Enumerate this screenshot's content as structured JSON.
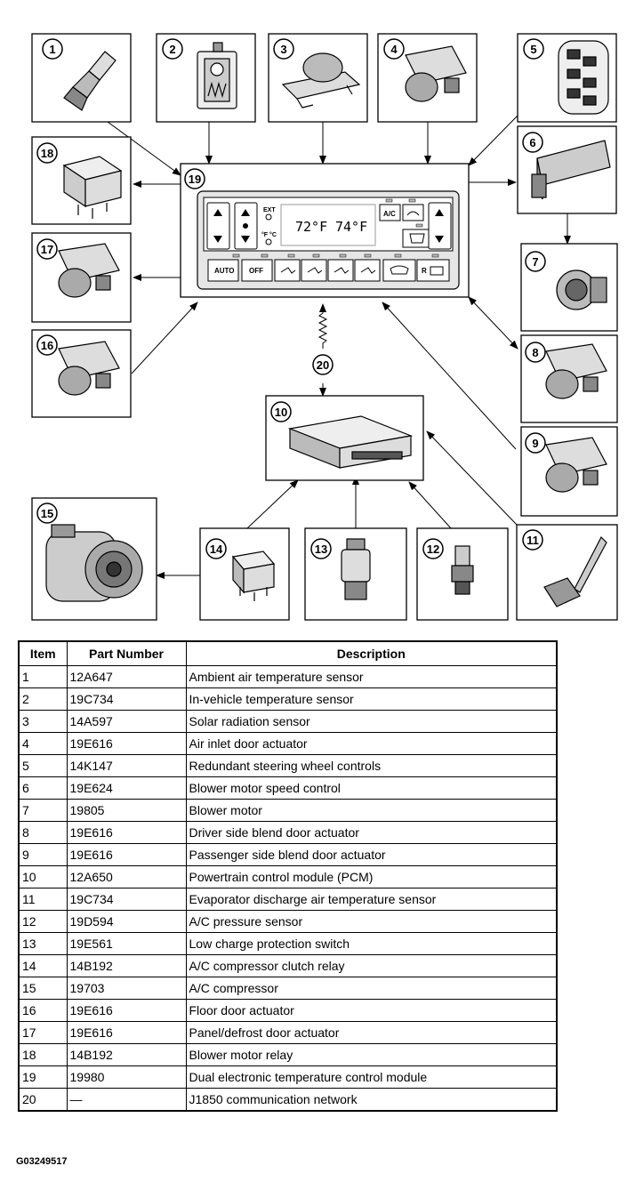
{
  "callouts": [
    "1",
    "2",
    "3",
    "4",
    "5",
    "6",
    "7",
    "8",
    "9",
    "10",
    "11",
    "12",
    "13",
    "14",
    "15",
    "16",
    "17",
    "18",
    "19",
    "20"
  ],
  "control_panel": {
    "ext_label": "EXT",
    "unit_label": "°F °C",
    "driver_temp": "72°F",
    "passenger_temp": "74°F",
    "ac_label": "A/C",
    "auto_label": "AUTO",
    "off_label": "OFF",
    "rear_defrost_label": "R"
  },
  "table": {
    "headers": [
      "Item",
      "Part Number",
      "Description"
    ],
    "rows": [
      [
        "1",
        "12A647",
        "Ambient air temperature sensor"
      ],
      [
        "2",
        "19C734",
        "In-vehicle temperature sensor"
      ],
      [
        "3",
        "14A597",
        "Solar radiation sensor"
      ],
      [
        "4",
        "19E616",
        "Air inlet door actuator"
      ],
      [
        "5",
        "14K147",
        "Redundant steering wheel controls"
      ],
      [
        "6",
        "19E624",
        "Blower motor speed control"
      ],
      [
        "7",
        "19805",
        "Blower motor"
      ],
      [
        "8",
        "19E616",
        "Driver side blend door actuator"
      ],
      [
        "9",
        "19E616",
        "Passenger side blend door actuator"
      ],
      [
        "10",
        "12A650",
        "Powertrain control module (PCM)"
      ],
      [
        "11",
        "19C734",
        "Evaporator discharge air temperature sensor"
      ],
      [
        "12",
        "19D594",
        "A/C pressure sensor"
      ],
      [
        "13",
        "19E561",
        "Low charge protection switch"
      ],
      [
        "14",
        "14B192",
        "A/C compressor clutch relay"
      ],
      [
        "15",
        "19703",
        "A/C compressor"
      ],
      [
        "16",
        "19E616",
        "Floor door actuator"
      ],
      [
        "17",
        "19E616",
        "Panel/defrost door actuator"
      ],
      [
        "18",
        "14B192",
        "Blower motor relay"
      ],
      [
        "19",
        "19980",
        "Dual electronic temperature control module"
      ],
      [
        "20",
        "—",
        "J1850 communication network"
      ]
    ]
  },
  "figure_id": "G03249517"
}
